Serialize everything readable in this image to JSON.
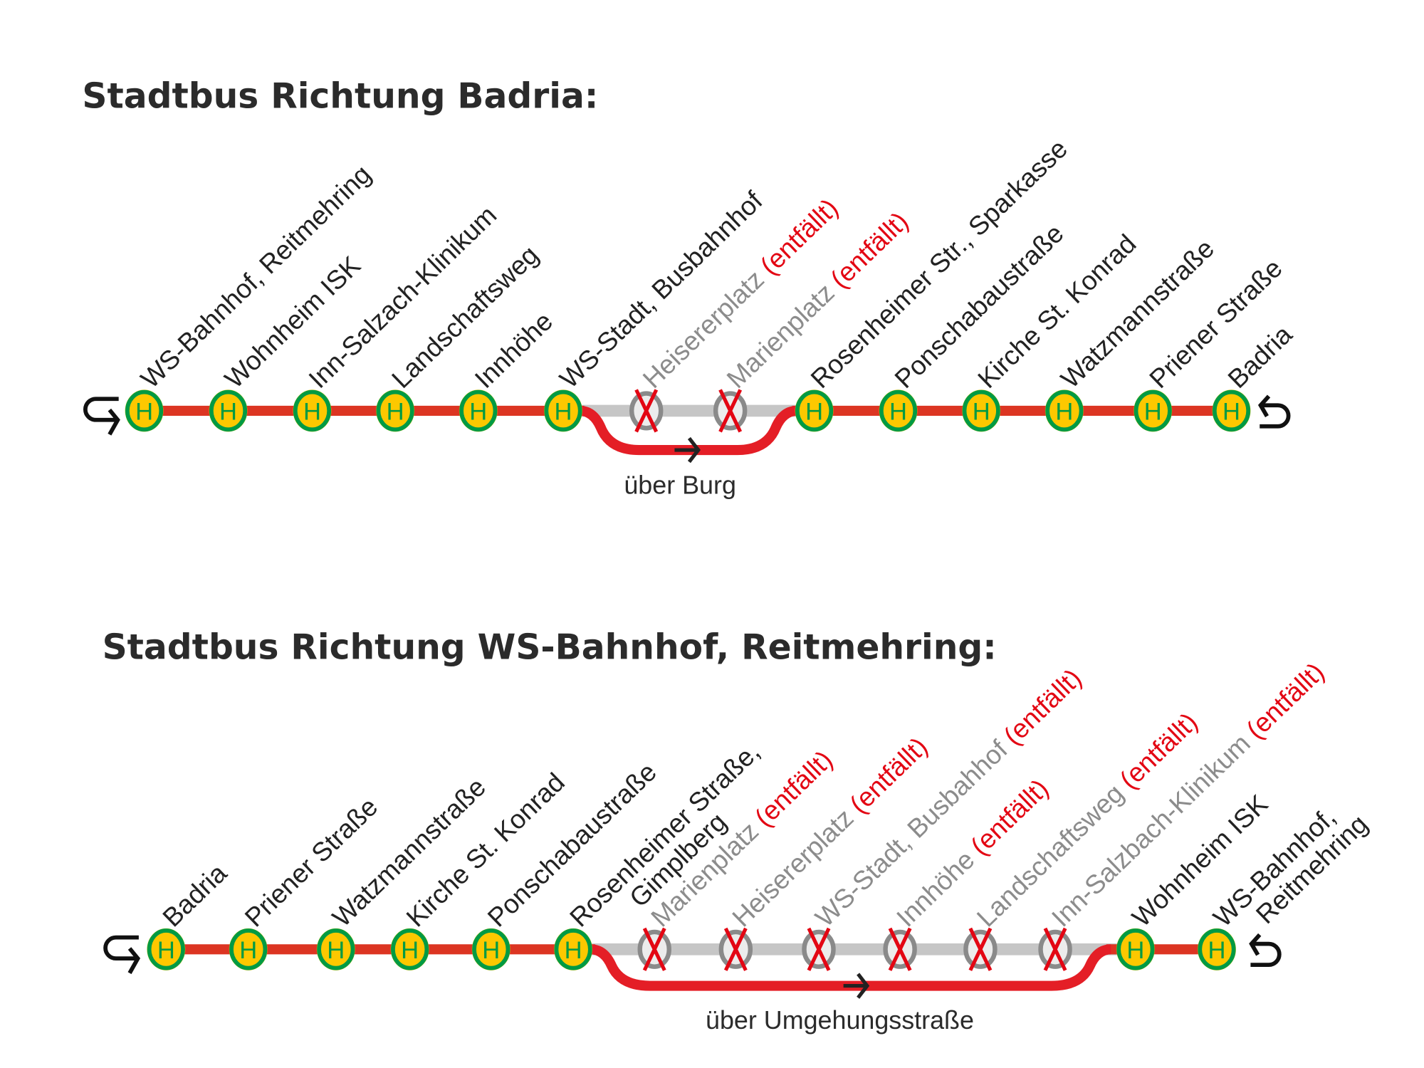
{
  "colors": {
    "route": "#dc3522",
    "detour": "#e41e26",
    "cancelled_line": "#c6c6c6",
    "stop_green": "#009a44",
    "stop_yellow": "#fdc800",
    "cancel_x": "#e30613",
    "cancelled_text": "#8c8c8c"
  },
  "stop_symbol_letter": "H",
  "cancelled_suffix": "(entfällt)",
  "routes": [
    {
      "title": "Stadtbus Richtung Badria:",
      "via": "über Burg",
      "stops": [
        {
          "name": "WS-Bahnhof, Reitmehring",
          "cancelled": false
        },
        {
          "name": "Wohnheim ISK",
          "cancelled": false
        },
        {
          "name": "Inn-Salzach-Klinikum",
          "cancelled": false
        },
        {
          "name": "Landschaftsweg",
          "cancelled": false
        },
        {
          "name": "Innhöhe",
          "cancelled": false
        },
        {
          "name": "WS-Stadt, Busbahnhof",
          "cancelled": false
        },
        {
          "name": "Heisererplatz",
          "cancelled": true
        },
        {
          "name": "Marienplatz",
          "cancelled": true
        },
        {
          "name": "Rosenheimer Str., Sparkasse",
          "cancelled": false
        },
        {
          "name": "Ponschabaustraße",
          "cancelled": false
        },
        {
          "name": "Kirche St. Konrad",
          "cancelled": false
        },
        {
          "name": "Watzmannstraße",
          "cancelled": false
        },
        {
          "name": "Priener Straße",
          "cancelled": false
        },
        {
          "name": "Badria",
          "cancelled": false
        }
      ]
    },
    {
      "title": "Stadtbus Richtung WS-Bahnhof, Reitmehring:",
      "via": "über Umgehungsstraße",
      "stops": [
        {
          "name": "Badria",
          "cancelled": false
        },
        {
          "name": "Priener Straße",
          "cancelled": false
        },
        {
          "name": "Watzmannstraße",
          "cancelled": false
        },
        {
          "name": "Kirche St. Konrad",
          "cancelled": false
        },
        {
          "name": "Ponschabaustraße",
          "cancelled": false
        },
        {
          "name": "Rosenheimer Straße,",
          "name2": "Gimplberg",
          "cancelled": false
        },
        {
          "name": "Marienplatz",
          "cancelled": true
        },
        {
          "name": "Heisererplatz",
          "cancelled": true
        },
        {
          "name": "WS-Stadt, Busbahhof",
          "cancelled": true
        },
        {
          "name": "Innhöhe",
          "cancelled": true
        },
        {
          "name": "Landschaftsweg",
          "cancelled": true
        },
        {
          "name": "Inn-Salzbach-Klinikum",
          "cancelled": true
        },
        {
          "name": "Wohnheim ISK",
          "cancelled": false
        },
        {
          "name": "WS-Bahnhof,",
          "name2": "Reitmehring",
          "cancelled": false
        }
      ]
    }
  ]
}
